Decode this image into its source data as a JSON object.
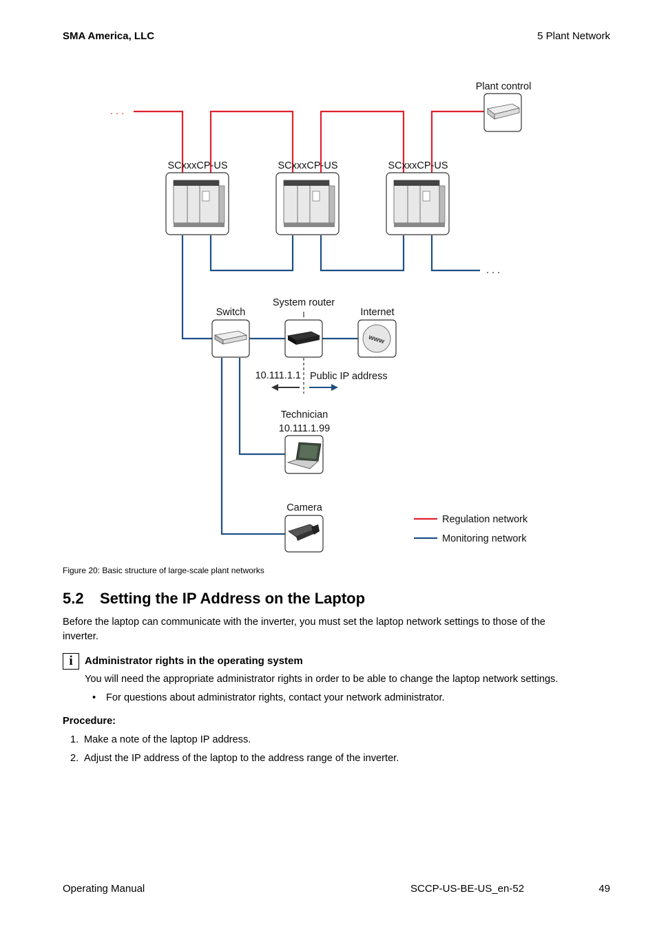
{
  "header": {
    "company": "SMA America, LLC",
    "section": "5  Plant Network"
  },
  "diagram": {
    "plant_control": "Plant control",
    "inverter_label": "SCxxxCP-US",
    "inverters": [
      "SCxxxCP-US",
      "SCxxxCP-US",
      "SCxxxCP-US"
    ],
    "ellipsis": ". . .",
    "switch": "Switch",
    "system_router": "System router",
    "internet": "Internet",
    "local_ip": "10.111.1.1",
    "public_ip": "Public IP address",
    "technician": "Technician",
    "technician_ip": "10.111.1.99",
    "camera": "Camera",
    "icon_text_www": "www",
    "legend": [
      {
        "label": "Regulation network",
        "color": "#e0202e"
      },
      {
        "label": "Monitoring network",
        "color": "#1d4f85"
      }
    ]
  },
  "caption": "Figure 20:  Basic structure of large-scale plant networks",
  "section": {
    "number": "5.2",
    "title": "Setting the IP Address on the Laptop",
    "intro": "Before the laptop can communicate with the inverter, you must set the laptop network settings to those of the inverter.",
    "info": {
      "icon": "i",
      "title": "Administrator rights in the operating system",
      "body": "You will need the appropriate administrator rights in order to be able to change the laptop network settings.",
      "bullet": "For questions about administrator rights, contact your network administrator."
    },
    "procedure_label": "Procedure:",
    "steps": [
      {
        "n": "1.",
        "text": "Make a note of the laptop IP address."
      },
      {
        "n": "2.",
        "text": "Adjust the IP address of the laptop to the address range of the inverter."
      }
    ]
  },
  "footer": {
    "left": "Operating Manual",
    "doc_id": "SCCP-US-BE-US_en-52",
    "page": "49"
  }
}
